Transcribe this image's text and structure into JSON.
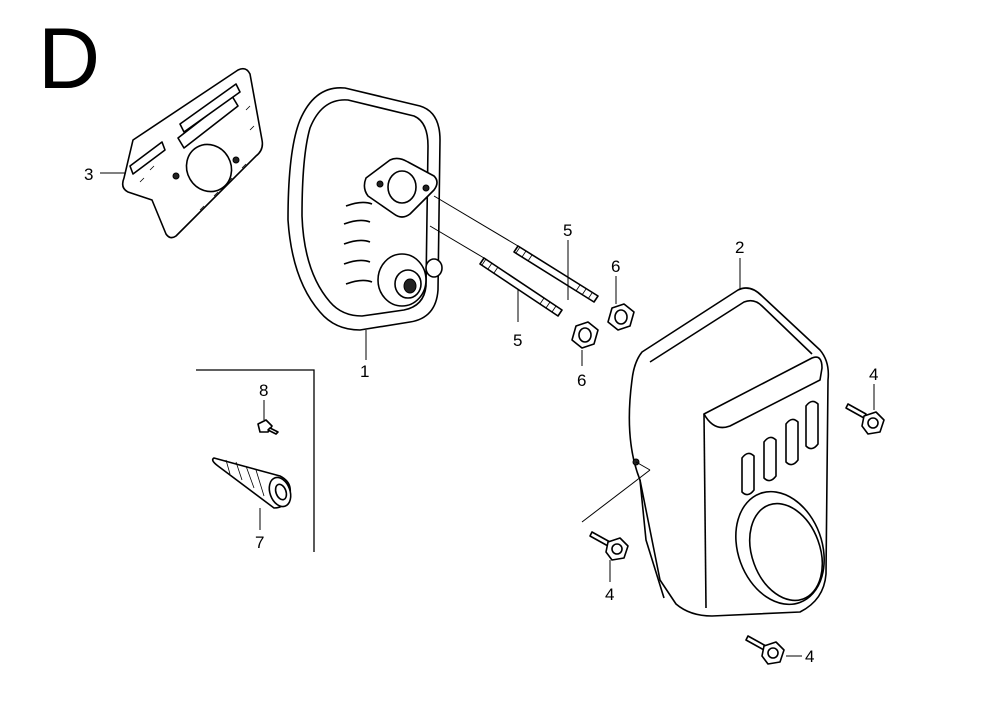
{
  "section": "D",
  "callouts": {
    "muffler": "1",
    "muffler_protector": "2",
    "muffler_gasket_plate": "3",
    "protector_bolt_right": "4",
    "protector_bolt_left": "4",
    "protector_bolt_bottom": "4",
    "stud_upper": "5",
    "stud_lower": "5",
    "nut_upper": "6",
    "nut_lower": "6",
    "spark_arrester": "7",
    "arrester_screw": "8"
  }
}
